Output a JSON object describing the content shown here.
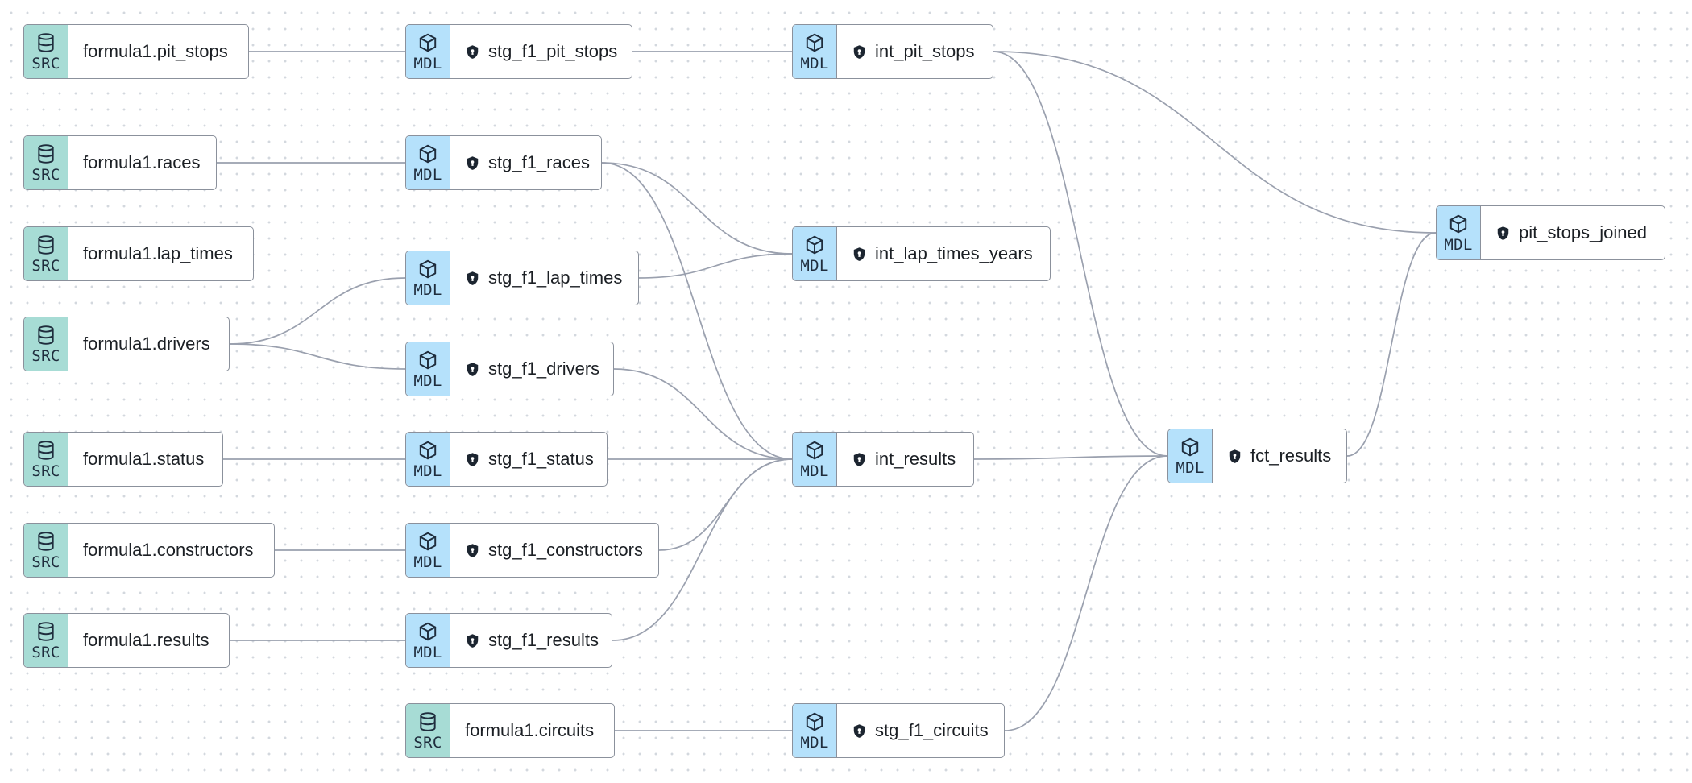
{
  "nodes": [
    {
      "id": "formula1.pit_stops",
      "type": "SRC",
      "label": "formula1.pit_stops"
    },
    {
      "id": "formula1.races",
      "type": "SRC",
      "label": "formula1.races"
    },
    {
      "id": "formula1.lap_times",
      "type": "SRC",
      "label": "formula1.lap_times"
    },
    {
      "id": "formula1.drivers",
      "type": "SRC",
      "label": "formula1.drivers"
    },
    {
      "id": "formula1.status",
      "type": "SRC",
      "label": "formula1.status"
    },
    {
      "id": "formula1.constructors",
      "type": "SRC",
      "label": "formula1.constructors"
    },
    {
      "id": "formula1.results",
      "type": "SRC",
      "label": "formula1.results"
    },
    {
      "id": "formula1.circuits",
      "type": "SRC",
      "label": "formula1.circuits"
    },
    {
      "id": "stg_f1_pit_stops",
      "type": "MDL",
      "label": "stg_f1_pit_stops"
    },
    {
      "id": "stg_f1_races",
      "type": "MDL",
      "label": "stg_f1_races"
    },
    {
      "id": "stg_f1_lap_times",
      "type": "MDL",
      "label": "stg_f1_lap_times"
    },
    {
      "id": "stg_f1_drivers",
      "type": "MDL",
      "label": "stg_f1_drivers"
    },
    {
      "id": "stg_f1_status",
      "type": "MDL",
      "label": "stg_f1_status"
    },
    {
      "id": "stg_f1_constructors",
      "type": "MDL",
      "label": "stg_f1_constructors"
    },
    {
      "id": "stg_f1_results",
      "type": "MDL",
      "label": "stg_f1_results"
    },
    {
      "id": "int_pit_stops",
      "type": "MDL",
      "label": "int_pit_stops"
    },
    {
      "id": "int_lap_times_years",
      "type": "MDL",
      "label": "int_lap_times_years"
    },
    {
      "id": "int_results",
      "type": "MDL",
      "label": "int_results"
    },
    {
      "id": "stg_f1_circuits",
      "type": "MDL",
      "label": "stg_f1_circuits"
    },
    {
      "id": "fct_results",
      "type": "MDL",
      "label": "fct_results"
    },
    {
      "id": "pit_stops_joined",
      "type": "MDL",
      "label": "pit_stops_joined"
    }
  ],
  "edges": [
    [
      "formula1.pit_stops",
      "stg_f1_pit_stops"
    ],
    [
      "formula1.races",
      "stg_f1_races"
    ],
    [
      "formula1.drivers",
      "stg_f1_lap_times"
    ],
    [
      "formula1.drivers",
      "stg_f1_drivers"
    ],
    [
      "formula1.status",
      "stg_f1_status"
    ],
    [
      "formula1.constructors",
      "stg_f1_constructors"
    ],
    [
      "formula1.results",
      "stg_f1_results"
    ],
    [
      "formula1.circuits",
      "stg_f1_circuits"
    ],
    [
      "stg_f1_pit_stops",
      "int_pit_stops"
    ],
    [
      "stg_f1_races",
      "int_lap_times_years"
    ],
    [
      "stg_f1_lap_times",
      "int_lap_times_years"
    ],
    [
      "stg_f1_races",
      "int_results"
    ],
    [
      "stg_f1_drivers",
      "int_results"
    ],
    [
      "stg_f1_status",
      "int_results"
    ],
    [
      "stg_f1_constructors",
      "int_results"
    ],
    [
      "stg_f1_results",
      "int_results"
    ],
    [
      "int_pit_stops",
      "fct_results"
    ],
    [
      "int_results",
      "fct_results"
    ],
    [
      "stg_f1_circuits",
      "fct_results"
    ],
    [
      "int_pit_stops",
      "pit_stops_joined"
    ],
    [
      "fct_results",
      "pit_stops_joined"
    ]
  ],
  "colors": {
    "src_badge": "#a7dcd5",
    "mdl_badge": "#b5e1fb",
    "edge": "#9aa0ae",
    "border": "#8b919c"
  },
  "icons": {
    "SRC": "database-icon",
    "MDL": "cube-icon",
    "model_label": "shield-icon"
  }
}
